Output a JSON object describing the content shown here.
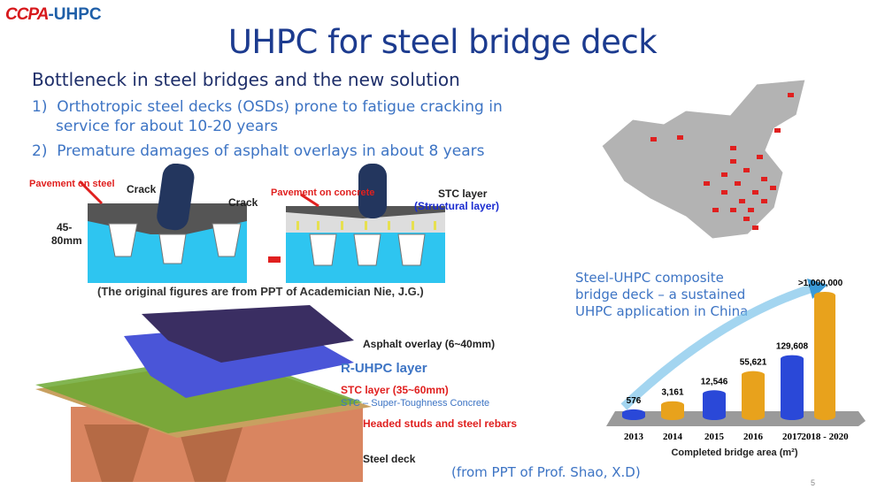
{
  "logo": {
    "part1": "CCPA",
    "part2": "-UHPC"
  },
  "title": "UHPC for steel bridge deck",
  "subtitle": "Bottleneck in steel bridges and the new solution",
  "items": [
    {
      "num": "1)",
      "line1": "Orthotropic steel decks (OSDs) prone to fatigue cracking in",
      "line2": "service for about 10-20 years"
    },
    {
      "num": "2)",
      "line1": "Premature damages of asphalt overlays in about 8 years"
    }
  ],
  "top_figure": {
    "pavement_steel": "Pavement on steel",
    "crack1": "Crack",
    "crack2": "Crack",
    "thickness1": "45-",
    "thickness2": "80mm",
    "pavement_concrete": "Pavement on concrete",
    "stc_layer": "STC layer",
    "structural_layer": "(Structural layer)",
    "credit": "(The original figures are from PPT of Academician Nie, J.G.)"
  },
  "deck_figure": {
    "asphalt": "Asphalt overlay (6~40mm)",
    "rhupc": "R-UHPC layer",
    "stc": "STC layer (35~60mm)",
    "stc_def": "STC – Super-Toughness Concrete",
    "studs": "Headed studs and steel rebars",
    "steel_deck": "Steel deck"
  },
  "chart_text": [
    "Steel-UHPC composite",
    "bridge deck – a sustained",
    "UHPC application in China"
  ],
  "chart_data": {
    "type": "bar",
    "categories": [
      "2013",
      "2014",
      "2015",
      "2016",
      "2017",
      "2018 - 2020"
    ],
    "values": [
      576,
      3161,
      12546,
      55621,
      129608,
      1000000
    ],
    "data_labels": [
      "576",
      "3,161",
      "12,546",
      "55,621",
      "129,608",
      ">1,000,000"
    ],
    "colors": [
      "#2a48d8",
      "#e8a21c",
      "#2a48d8",
      "#e8a21c",
      "#2a48d8",
      "#e8a21c"
    ],
    "xlabel": "Completed bridge area (m²)",
    "ylabel": "",
    "scale": "nonlinear"
  },
  "source_credit": "(from PPT of Prof. Shao, X.D)",
  "page_number": "5"
}
